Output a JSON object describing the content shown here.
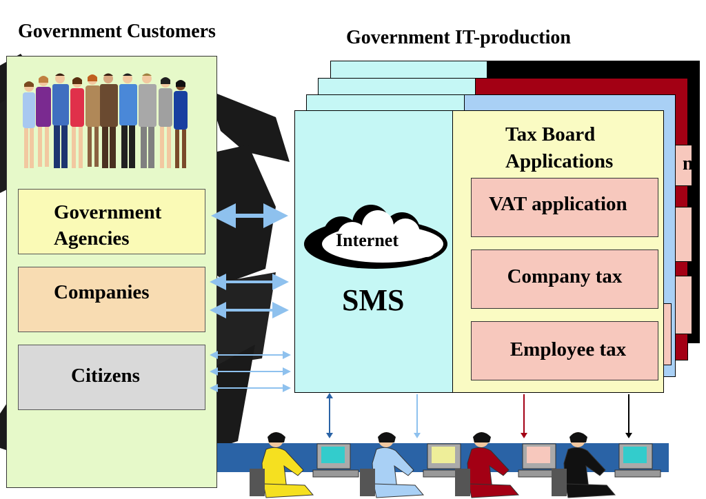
{
  "titles": {
    "customers": "Government Customers",
    "production": "Government IT-production"
  },
  "customers": {
    "agencies": "Government Agencies",
    "companies": "Companies",
    "citizens": "Citizens"
  },
  "sms": {
    "internet": "Internet",
    "label": "SMS"
  },
  "tax_board": {
    "title": "Tax Board Applications",
    "apps": [
      "VAT application",
      "Company tax",
      "Employee tax"
    ]
  },
  "colors": {
    "customers_panel": "#e6f9c9",
    "agencies": "#fafab6",
    "companies": "#f8dcb2",
    "citizens": "#d9d9d9",
    "sms_panel": "#c5f7f5",
    "tax_panel": "#fafbc3",
    "app_box": "#f7c8bd",
    "layer_blue": "#a9d0f5",
    "layer_red": "#a30014",
    "layer_black": "#000000",
    "arrow": "#8ec1ee",
    "network": "#2a63a6"
  }
}
